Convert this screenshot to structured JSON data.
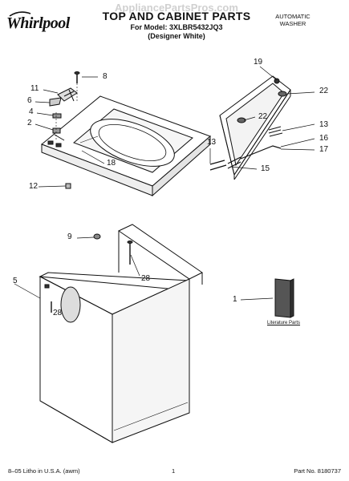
{
  "header": {
    "brand": "Whirlpool",
    "watermark": "AppliancePartsPros.com",
    "title": "TOP AND CABINET PARTS",
    "model_line": "For Model: 3XLBR5432JQ3",
    "variant_line": "(Designer White)",
    "doc_type_line1": "AUTOMATIC",
    "doc_type_line2": "WASHER"
  },
  "callouts": {
    "c1": "1",
    "c2": "2",
    "c4": "4",
    "c5": "5",
    "c6": "6",
    "c8": "8",
    "c9": "9",
    "c11": "11",
    "c12": "12",
    "c13a": "13",
    "c13b": "13",
    "c15": "15",
    "c16": "16",
    "c17": "17",
    "c18": "18",
    "c19": "19",
    "c22a": "22",
    "c22b": "22",
    "c28a": "28",
    "c28b": "28"
  },
  "literature": {
    "label": "Literature Parts"
  },
  "footer": {
    "left": "8–05 Litho in U.S.A. (awm)",
    "page": "1",
    "part_no": "Part No. 8180737"
  }
}
